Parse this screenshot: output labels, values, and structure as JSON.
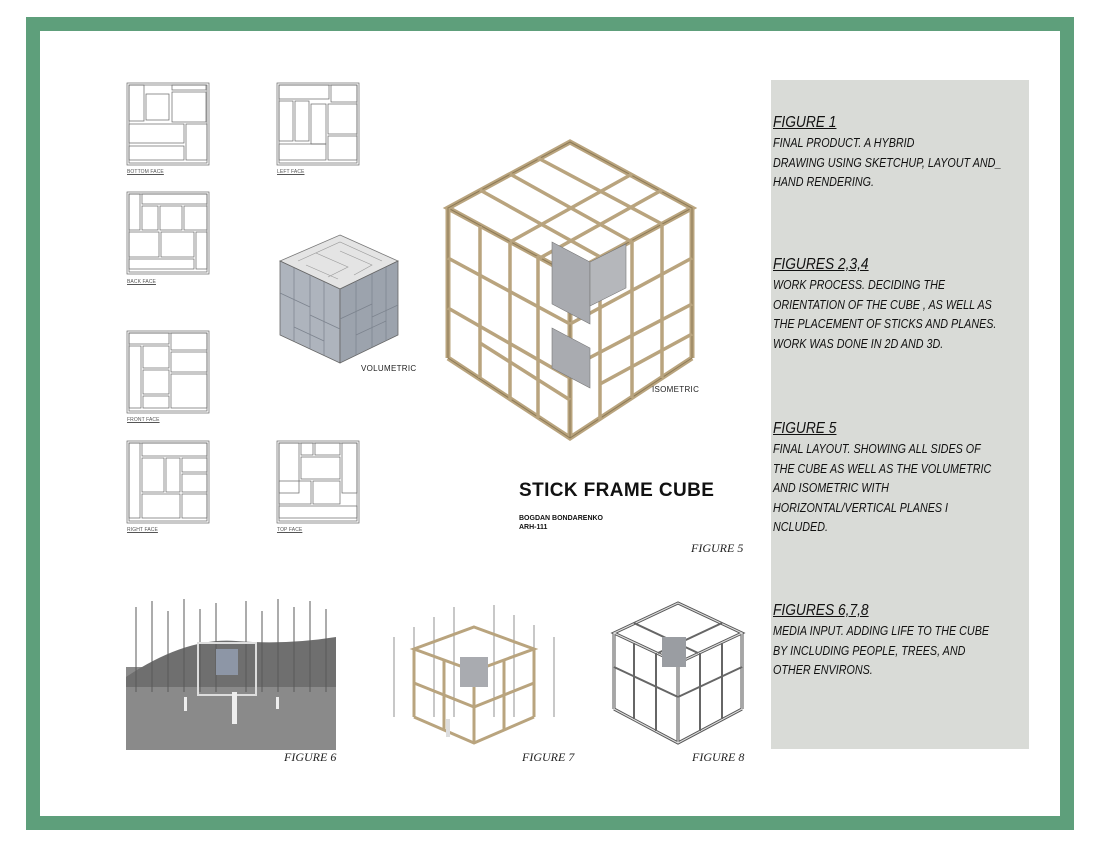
{
  "faces": {
    "bottom": "BOTTOM FACE",
    "left": "LEFT FACE",
    "back": "BACK FACE",
    "front": "FRONT FACE",
    "right": "RIGHT FACE",
    "top": "TOP FACE"
  },
  "views": {
    "volumetric": "VOLUMETRIC",
    "isometric": "ISOMETRIC"
  },
  "layout_title": "STICK FRAME CUBE",
  "author": {
    "name": "BOGDAN BONDARENKO",
    "course": "ARH-111"
  },
  "figures": {
    "fig5": "FIGURE 5",
    "fig6": "FIGURE 6",
    "fig7": "FIGURE 7",
    "fig8": "FIGURE 8"
  },
  "notes": [
    {
      "heading": "FIGURE 1",
      "lines": [
        "FINAL PRODUCT.  A HYBRID",
        "DRAWING USING SKETCHUP, LAYOUT AND_",
        "HAND RENDERING."
      ]
    },
    {
      "heading": "FIGURES 2,3,4",
      "lines": [
        "WORK PROCESS. DECIDING THE",
        "ORIENTATION OF THE CUBE , AS WELL AS",
        "THE PLACEMENT OF STICKS AND PLANES.",
        "WORK WAS DONE IN 2D AND 3D."
      ]
    },
    {
      "heading": "FIGURE 5",
      "lines": [
        "FINAL LAYOUT. SHOWING ALL SIDES OF",
        "THE CUBE AS WELL AS THE VOLUMETRIC",
        "AND ISOMETRIC WITH",
        "HORIZONTAL/VERTICAL PLANES I",
        "NCLUDED."
      ]
    },
    {
      "heading": "FIGURES 6,7,8",
      "lines": [
        "MEDIA INPUT. ADDING LIFE TO THE CUBE",
        "BY INCLUDING PEOPLE, TREES, AND",
        "OTHER ENVIRONS."
      ]
    }
  ],
  "colors": {
    "border": "#5e9f7b",
    "panel": "#d9dbd7",
    "wood": "#b9a47e",
    "plane": "#a3a6ac"
  }
}
